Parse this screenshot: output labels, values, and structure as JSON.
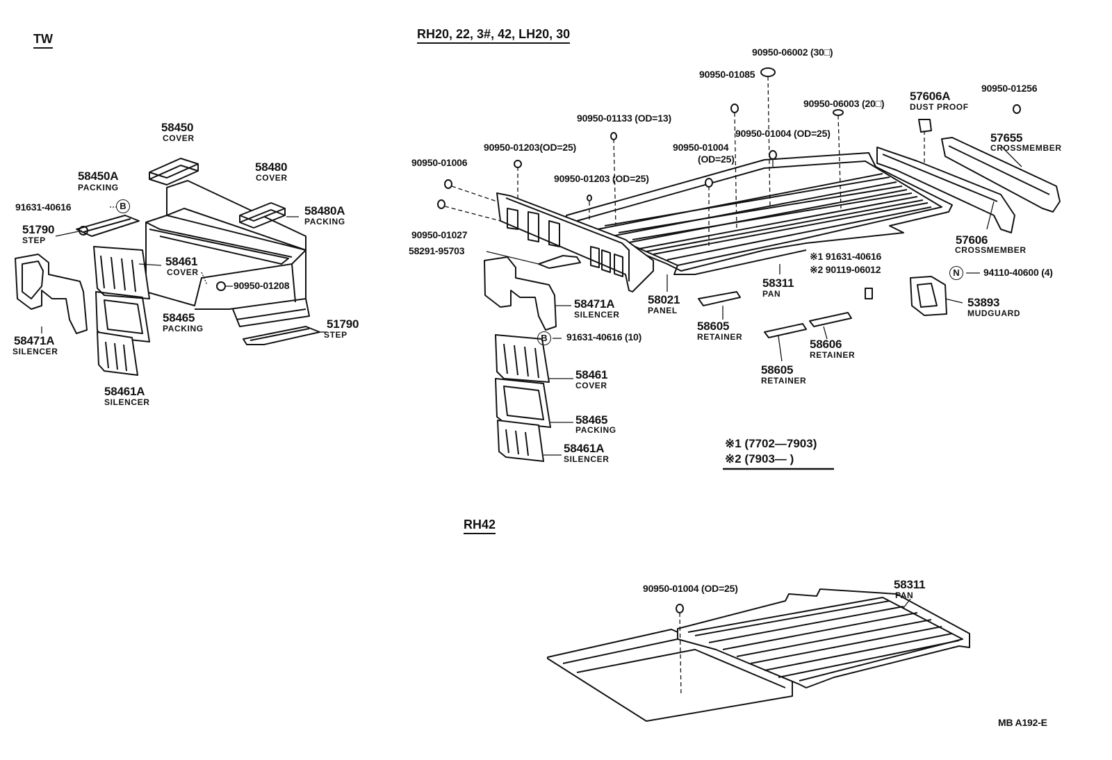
{
  "headers": {
    "tw": "TW",
    "main": "RH20, 22, 3#, 42, LH20, 30",
    "rh42": "RH42",
    "code": "MB  A192-E"
  },
  "notes": {
    "n1": "※1 (7702—7903)",
    "n2": "※2 (7903—      )"
  },
  "symbols": {
    "b": "B",
    "n": "N"
  },
  "tw": {
    "p58450": {
      "num": "58450",
      "name": "COVER"
    },
    "p58450A": {
      "num": "58450A",
      "name": "PACKING"
    },
    "p58480": {
      "num": "58480",
      "name": "COVER"
    },
    "p58480A": {
      "num": "58480A",
      "name": "PACKING"
    },
    "p91631": {
      "num": "91631-40616"
    },
    "p51790a": {
      "num": "51790",
      "name": "STEP"
    },
    "p58461": {
      "num": "58461",
      "name": "COVER"
    },
    "p90950_01208": {
      "num": "90950-01208"
    },
    "p58465": {
      "num": "58465",
      "name": "PACKING"
    },
    "p51790b": {
      "num": "51790",
      "name": "STEP"
    },
    "p58471A": {
      "num": "58471A",
      "name": "SILENCER"
    },
    "p58461A": {
      "num": "58461A",
      "name": "SILENCER"
    }
  },
  "main": {
    "p06002": {
      "num": "90950-06002 (30□)"
    },
    "p01085": {
      "num": "90950-01085"
    },
    "p06003": {
      "num": "90950-06003 (20□)"
    },
    "p57606A": {
      "num": "57606A",
      "name": "DUST PROOF"
    },
    "p01256": {
      "num": "90950-01256"
    },
    "p01133": {
      "num": "90950-01133 (OD=13)"
    },
    "p01004a": {
      "num": "90950-01004 (OD=25)"
    },
    "p01203a": {
      "num": "90950-01203(OD=25)"
    },
    "p01004b": {
      "num": "90950-01004",
      "sub": "(OD=25)"
    },
    "p57655": {
      "num": "57655",
      "name": "CROSSMEMBER"
    },
    "p01006": {
      "num": "90950-01006"
    },
    "p01203b": {
      "num": "90950-01203 (OD=25)"
    },
    "p01027": {
      "num": "90950-01027"
    },
    "p58291": {
      "num": "58291-95703"
    },
    "p57606": {
      "num": "57606",
      "name": "CROSSMEMBER"
    },
    "p91631_1": {
      "num": "※1 91631-40616"
    },
    "p90119": {
      "num": "※2 90119-06012"
    },
    "p94110": {
      "num": "94110-40600 (4)"
    },
    "p58311": {
      "num": "58311",
      "name": "PAN"
    },
    "p58021": {
      "num": "58021",
      "name": "PANEL"
    },
    "p58471A": {
      "num": "58471A",
      "name": "SILENCER"
    },
    "p53893": {
      "num": "53893",
      "name": "MUDGUARD"
    },
    "p58605a": {
      "num": "58605",
      "name": "RETAINER"
    },
    "p58606": {
      "num": "58606",
      "name": "RETAINER"
    },
    "p58605b": {
      "num": "58605",
      "name": "RETAINER"
    },
    "p91631_10": {
      "num": "91631-40616 (10)"
    },
    "p58461": {
      "num": "58461",
      "name": "COVER"
    },
    "p58465": {
      "num": "58465",
      "name": "PACKING"
    },
    "p58461A": {
      "num": "58461A",
      "name": "SILENCER"
    }
  },
  "rh42": {
    "p01004": {
      "num": "90950-01004 (OD=25)"
    },
    "p58311": {
      "num": "58311",
      "name": "PAN"
    }
  }
}
